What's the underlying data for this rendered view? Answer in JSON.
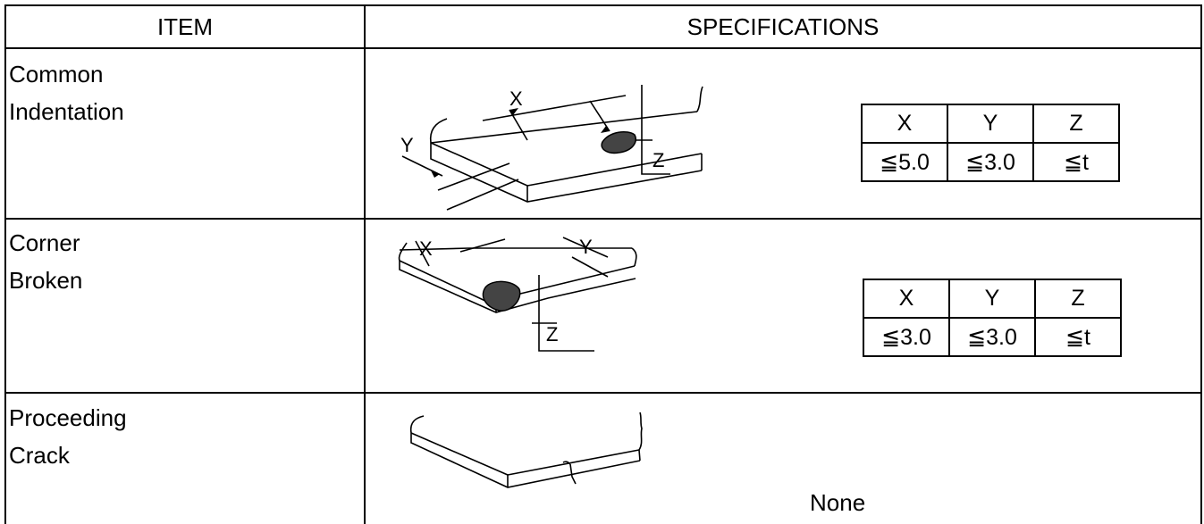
{
  "header": {
    "item": "ITEM",
    "specifications": "SPECIFICATIONS"
  },
  "rows": [
    {
      "item_line1": "Common",
      "item_line2": "Indentation",
      "sketch_labels": {
        "x": "X",
        "y": "Y",
        "z": "Z"
      },
      "limits": {
        "headers": [
          "X",
          "Y",
          "Z"
        ],
        "values": [
          "≦5.0",
          "≦3.0",
          "≦t"
        ]
      }
    },
    {
      "item_line1": "Corner",
      "item_line2": "Broken",
      "sketch_labels": {
        "x": "X",
        "y": "Y",
        "z": "Z"
      },
      "limits": {
        "headers": [
          "X",
          "Y",
          "Z"
        ],
        "values": [
          "≦3.0",
          "≦3.0",
          "≦t"
        ]
      }
    },
    {
      "item_line1": "Proceeding",
      "item_line2": "Crack",
      "spec_text": "None"
    }
  ]
}
